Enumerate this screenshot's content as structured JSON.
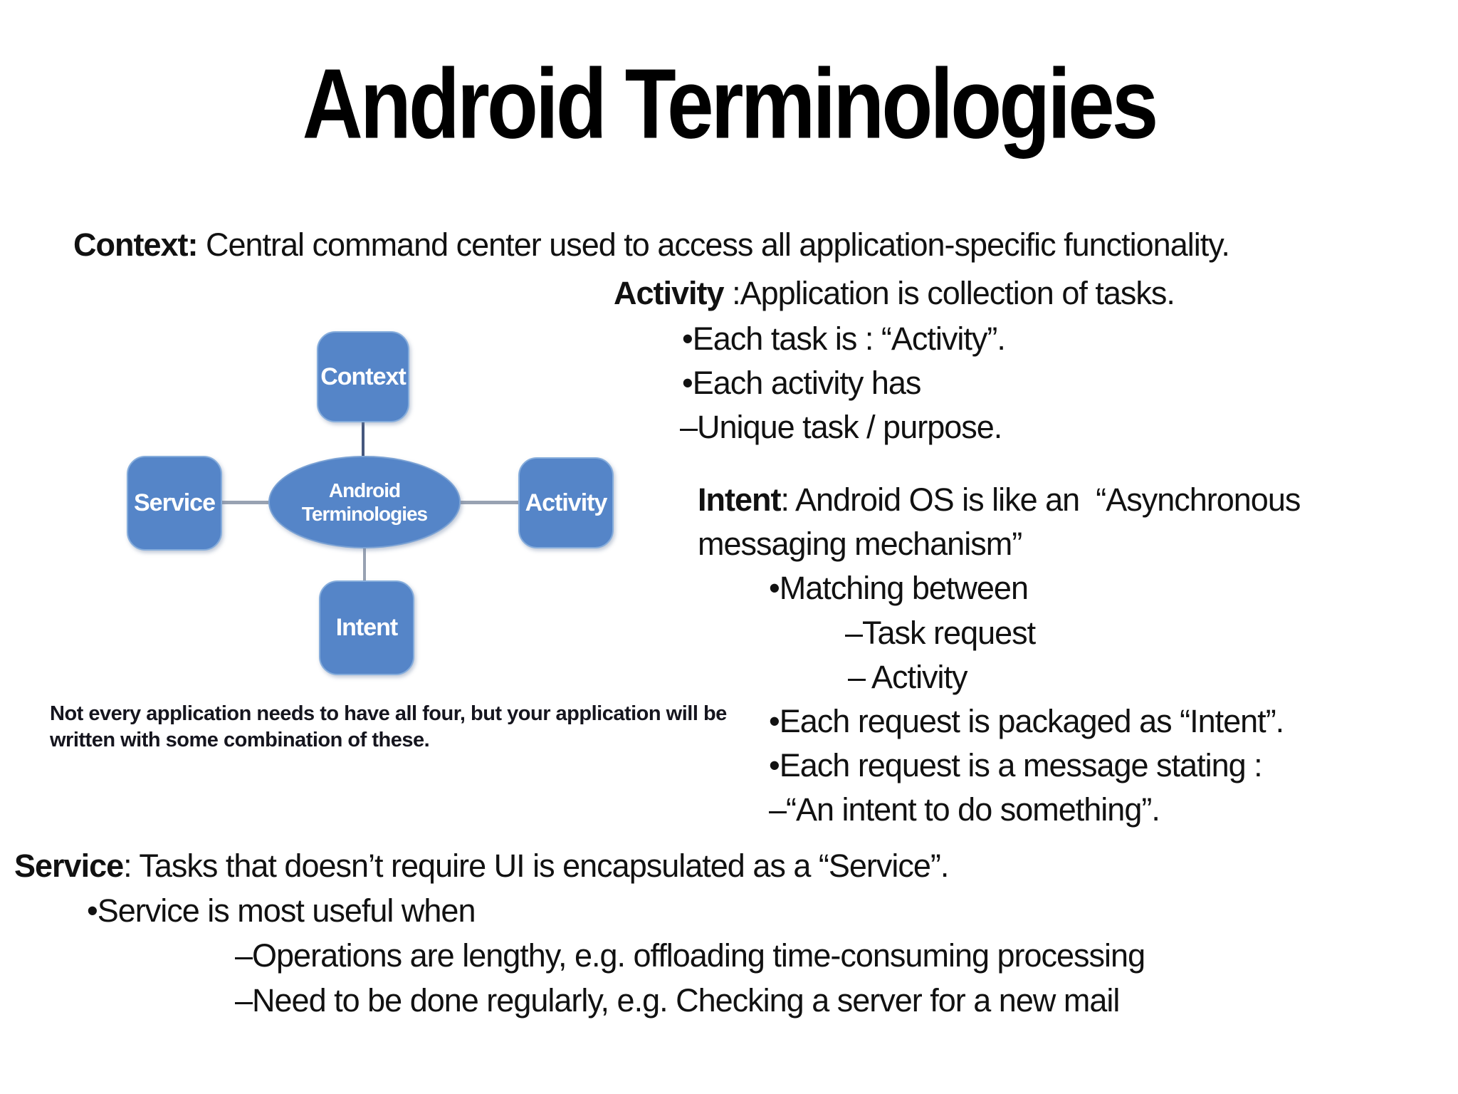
{
  "slide": {
    "title": "Android Terminologies"
  },
  "context": {
    "label": "Context:",
    "text": " Central command center used to access all application-specific functionality."
  },
  "activity": {
    "label": "Activity",
    "text": " :Application is collection of tasks.",
    "bullets": [
      "•Each task is : “Activity”.",
      "•Each activity has",
      "–Unique task / purpose."
    ]
  },
  "intent": {
    "label": "Intent",
    "text_line1": ": Android OS is like an  “Asynchronous",
    "text_line2": "messaging mechanism”",
    "items": [
      "•Matching between",
      "–Task request",
      "– Activity",
      "•Each request is packaged as “Intent”.",
      "•Each request is a message stating :",
      "–“An intent to do something”."
    ]
  },
  "service": {
    "label": "Service",
    "text": ": Tasks that doesn’t require UI is encapsulated as a “Service”.",
    "bullets": [
      "•Service is most useful when",
      "–Operations are lengthy, e.g. offloading time-consuming processing",
      "–Need to be done regularly, e.g. Checking a server for a new mail"
    ]
  },
  "diagram": {
    "center_line1": "Android",
    "center_line2": "Terminologies",
    "node_top": "Context",
    "node_left": "Service",
    "node_right": "Activity",
    "node_bottom": "Intent",
    "caption_line1": "Not every application needs to have all four, but your application will be",
    "caption_line2": "written with some combination of these.",
    "colors": {
      "node_fill": "#5585C8",
      "node_border": "#86ADDC",
      "node_text": "#FFFFFF",
      "connector": "#98A2B2",
      "connector_dark": "#46587E"
    }
  }
}
